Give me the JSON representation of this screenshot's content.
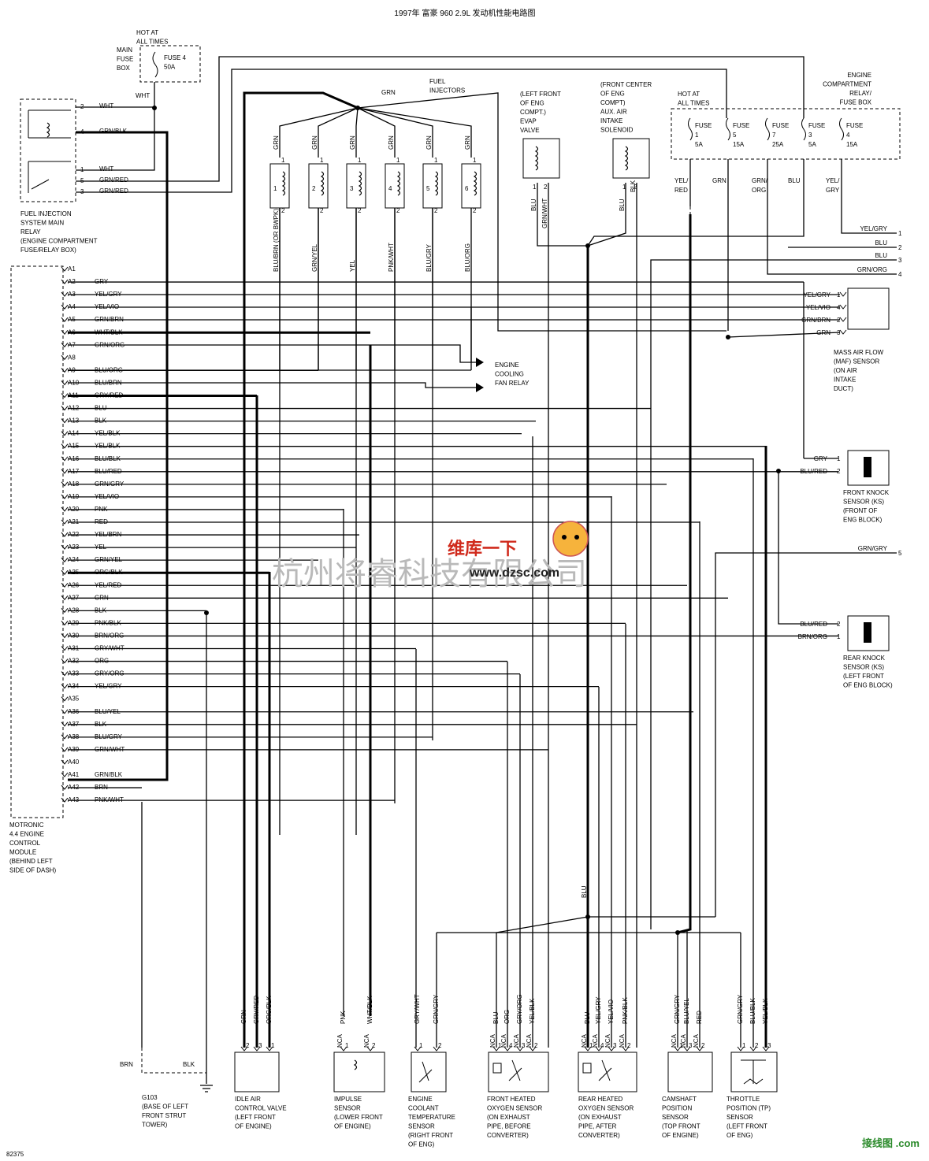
{
  "title": "1997年 富豪 960 2.9L 发动机性能电路图",
  "doc_number": "82375",
  "watermark": "杭州将睿科技有限公司",
  "logo_text": "维库一下",
  "logo_url": "www.dzsc.com",
  "corner_logo": "接线图 .com",
  "ecm": {
    "label": [
      "MOTRONIC",
      "4.4 ENGINE",
      "CONTROL",
      "MODULE",
      "(BEHIND LEFT",
      "SIDE OF DASH)"
    ],
    "pins": [
      {
        "pin": "A1",
        "wire": ""
      },
      {
        "pin": "A2",
        "wire": "GRY"
      },
      {
        "pin": "A3",
        "wire": "YEL/GRY"
      },
      {
        "pin": "A4",
        "wire": "YEL/VIO"
      },
      {
        "pin": "A5",
        "wire": "GRN/BRN"
      },
      {
        "pin": "A6",
        "wire": "WHT/BLK"
      },
      {
        "pin": "A7",
        "wire": "GRN/ORG"
      },
      {
        "pin": "A8",
        "wire": ""
      },
      {
        "pin": "A9",
        "wire": "BLU/ORG"
      },
      {
        "pin": "A10",
        "wire": "BLU/BRN"
      },
      {
        "pin": "A11",
        "wire": "GRY/RED"
      },
      {
        "pin": "A12",
        "wire": "BLU"
      },
      {
        "pin": "A13",
        "wire": "BLK"
      },
      {
        "pin": "A14",
        "wire": "YEL/BLK"
      },
      {
        "pin": "A15",
        "wire": "YEL/BLK"
      },
      {
        "pin": "A16",
        "wire": "BLU/BLK"
      },
      {
        "pin": "A17",
        "wire": "BLU/RED"
      },
      {
        "pin": "A18",
        "wire": "GRN/GRY"
      },
      {
        "pin": "A19",
        "wire": "YEL/VIO"
      },
      {
        "pin": "A20",
        "wire": "PNK"
      },
      {
        "pin": "A21",
        "wire": "RED"
      },
      {
        "pin": "A22",
        "wire": "YEL/BRN"
      },
      {
        "pin": "A23",
        "wire": "YEL"
      },
      {
        "pin": "A24",
        "wire": "GRN/YEL"
      },
      {
        "pin": "A25",
        "wire": "ORG/BLK"
      },
      {
        "pin": "A26",
        "wire": "YEL/RED"
      },
      {
        "pin": "A27",
        "wire": "GRN"
      },
      {
        "pin": "A28",
        "wire": "BLK"
      },
      {
        "pin": "A29",
        "wire": "PNK/BLK"
      },
      {
        "pin": "A30",
        "wire": "BRN/ORG"
      },
      {
        "pin": "A31",
        "wire": "GRY/WHT"
      },
      {
        "pin": "A32",
        "wire": "ORG"
      },
      {
        "pin": "A33",
        "wire": "GRY/ORG"
      },
      {
        "pin": "A34",
        "wire": "YEL/GRY"
      },
      {
        "pin": "A35",
        "wire": ""
      },
      {
        "pin": "A36",
        "wire": "BLU/YEL"
      },
      {
        "pin": "A37",
        "wire": "BLK"
      },
      {
        "pin": "A38",
        "wire": "BLU/GRY"
      },
      {
        "pin": "A39",
        "wire": "GRN/WHT"
      },
      {
        "pin": "A40",
        "wire": ""
      },
      {
        "pin": "A41",
        "wire": "GRN/BLK"
      },
      {
        "pin": "A42",
        "wire": "BRN"
      },
      {
        "pin": "A43",
        "wire": "PNK/WHT"
      }
    ]
  },
  "main_fuse": {
    "hot": [
      "HOT AT",
      "ALL TIMES"
    ],
    "box": [
      "MAIN",
      "FUSE",
      "BOX"
    ],
    "fuse": [
      "FUSE 4",
      "50A"
    ],
    "wire": "WHT"
  },
  "relay": {
    "label": [
      "FUEL INJECTION",
      "SYSTEM MAIN",
      "RELAY",
      "(ENGINE COMPARTMENT",
      "FUSE/RELAY BOX)"
    ],
    "pins": [
      {
        "n": "2",
        "w": "WHT"
      },
      {
        "n": "4",
        "w": "GRN/BLK"
      },
      {
        "n": "1",
        "w": "WHT"
      },
      {
        "n": "5",
        "w": "GRN/RED"
      },
      {
        "n": "3",
        "w": "GRN/RED"
      }
    ]
  },
  "injectors": {
    "label": [
      "FUEL",
      "INJECTORS"
    ],
    "feed": "GRN",
    "pin1_wire": "GRN",
    "items": [
      {
        "n": "1",
        "w": "BLU/BRN (OR BWPK)"
      },
      {
        "n": "2",
        "w": "GRN/YEL"
      },
      {
        "n": "3",
        "w": "YEL"
      },
      {
        "n": "4",
        "w": "PNK/WHT"
      },
      {
        "n": "5",
        "w": "BLU/GRY"
      },
      {
        "n": "6",
        "w": "BLU/ORG"
      }
    ]
  },
  "evap": {
    "label": [
      "(LEFT FRONT",
      "OF ENG",
      "COMPT.)",
      "EVAP",
      "VALVE"
    ],
    "w1": "BLU",
    "w2": "GRN/WHT"
  },
  "aux_air": {
    "label": [
      "(FRONT CENTER",
      "OF ENG",
      "COMPT)",
      "AUX. AIR",
      "INTAKE",
      "SOLENOID"
    ],
    "w1": "BLU",
    "w2": "BLK"
  },
  "fuse_box": {
    "label": [
      "ENGINE",
      "COMPARTMENT",
      "RELAY/",
      "FUSE BOX"
    ],
    "hot": [
      "HOT AT",
      "ALL TIMES"
    ],
    "fuses": [
      {
        "n": "1",
        "a": "5A",
        "w": "YEL/RED"
      },
      {
        "n": "5",
        "a": "15A",
        "w": "GRN"
      },
      {
        "n": "7",
        "a": "25A",
        "w": "GRN/ORG"
      },
      {
        "n": "3",
        "a": "5A",
        "w": "BLU"
      },
      {
        "n": "4",
        "a": "15A",
        "w": "YEL/GRY"
      }
    ],
    "fuse_word": "FUSE"
  },
  "out_refs": [
    {
      "n": "1",
      "w": "YEL/GRY"
    },
    {
      "n": "2",
      "w": "BLU"
    },
    {
      "n": "3",
      "w": "BLU"
    },
    {
      "n": "4",
      "w": "GRN/ORG"
    },
    {
      "n": "5",
      "w": "GRN/GRY"
    }
  ],
  "maf": {
    "label": [
      "MASS AIR FLOW",
      "(MAF) SENSOR",
      "(ON AIR",
      "INTAKE",
      "DUCT)"
    ],
    "pins": [
      {
        "n": "1",
        "w": "YEL/GRY"
      },
      {
        "n": "4",
        "w": "YEL/VIO"
      },
      {
        "n": "2",
        "w": "GRN/BRN"
      },
      {
        "n": "3",
        "w": "GRN"
      }
    ]
  },
  "fan_relay": {
    "label": [
      "ENGINE",
      "COOLING",
      "FAN RELAY"
    ]
  },
  "front_knock": {
    "label": [
      "FRONT KNOCK",
      "SENSOR (KS)",
      "(FRONT OF",
      "ENG BLOCK)"
    ],
    "pins": [
      {
        "n": "1",
        "w": "GRY"
      },
      {
        "n": "2",
        "w": "BLU/RED"
      }
    ]
  },
  "rear_knock": {
    "label": [
      "REAR KNOCK",
      "SENSOR (KS)",
      "(LEFT FRONT",
      "OF ENG BLOCK)"
    ],
    "pins": [
      {
        "n": "2",
        "w": "BLU/RED"
      },
      {
        "n": "1",
        "w": "BRN/ORG"
      }
    ]
  },
  "ground": {
    "label": [
      "G103",
      "(BASE OF LEFT",
      "FRONT STRUT",
      "TOWER)"
    ],
    "w1": "BRN",
    "w2": "BLK"
  },
  "bottom_blu": "BLU",
  "bottom": [
    {
      "id": "iac",
      "label": [
        "IDLE AIR",
        "CONTROL VALVE",
        "(LEFT FRONT",
        "OF ENGINE)"
      ],
      "pins": [
        {
          "n": "2",
          "w": "GRN",
          "c": ""
        },
        {
          "n": "3",
          "w": "GRY/RED",
          "c": ""
        },
        {
          "n": "1",
          "w": "ORG/BLK",
          "c": ""
        }
      ]
    },
    {
      "id": "impulse",
      "label": [
        "IMPULSE",
        "SENSOR",
        "(LOWER FRONT",
        "OF ENGINE)"
      ],
      "pins": [
        {
          "n": "1",
          "w": "PNK",
          "c": "NCA"
        },
        {
          "n": "2",
          "w": "WHT/BLK",
          "c": "NCA"
        }
      ]
    },
    {
      "id": "ect",
      "label": [
        "ENGINE",
        "COOLANT",
        "TEMPERATURE",
        "SENSOR",
        "(RIGHT FRONT",
        "OF ENG)"
      ],
      "pins": [
        {
          "n": "1",
          "w": "GRY/WHT",
          "c": ""
        },
        {
          "n": "2",
          "w": "GRN/GRY",
          "c": ""
        }
      ]
    },
    {
      "id": "fho2",
      "label": [
        "FRONT HEATED",
        "OXYGEN SENSOR",
        "(ON EXHAUST",
        "PIPE, BEFORE",
        "CONVERTER)"
      ],
      "pins": [
        {
          "n": "1",
          "w": "BLU",
          "c": "NCA"
        },
        {
          "n": "4",
          "w": "ORG",
          "c": "NCA"
        },
        {
          "n": "3",
          "w": "GRY/ORG",
          "c": "NCA"
        },
        {
          "n": "2",
          "w": "YEL/BLK",
          "c": "NCA"
        }
      ]
    },
    {
      "id": "rho2",
      "label": [
        "REAR HEATED",
        "OXYGEN SENSOR",
        "(ON EXHAUST",
        "PIPE, AFTER",
        "CONVERTER)"
      ],
      "pins": [
        {
          "n": "1",
          "w": "BLU",
          "c": "NCA"
        },
        {
          "n": "4",
          "w": "YEL/GRY",
          "c": "NCA"
        },
        {
          "n": "3",
          "w": "YEL/VIO",
          "c": "NCA"
        },
        {
          "n": "2",
          "w": "PNK/BLK",
          "c": "NCA"
        }
      ]
    },
    {
      "id": "cmp",
      "label": [
        "CAMSHAFT",
        "POSITION",
        "SENSOR",
        "(TOP FRONT",
        "OF ENGINE)"
      ],
      "pins": [
        {
          "n": "1",
          "w": "GRN/GRY",
          "c": "NCA"
        },
        {
          "n": "3",
          "w": "BLU/YEL",
          "c": "NCA"
        },
        {
          "n": "2",
          "w": "RED",
          "c": "NCA"
        }
      ]
    },
    {
      "id": "tp",
      "label": [
        "THROTTLE",
        "POSITION (TP)",
        "SENSOR",
        "(LEFT FRONT",
        "OF ENG)"
      ],
      "pins": [
        {
          "n": "1",
          "w": "GRN/GRY",
          "c": ""
        },
        {
          "n": "2",
          "w": "BLU/BLK",
          "c": ""
        },
        {
          "n": "3",
          "w": "YEL/BLK",
          "c": ""
        }
      ]
    }
  ]
}
